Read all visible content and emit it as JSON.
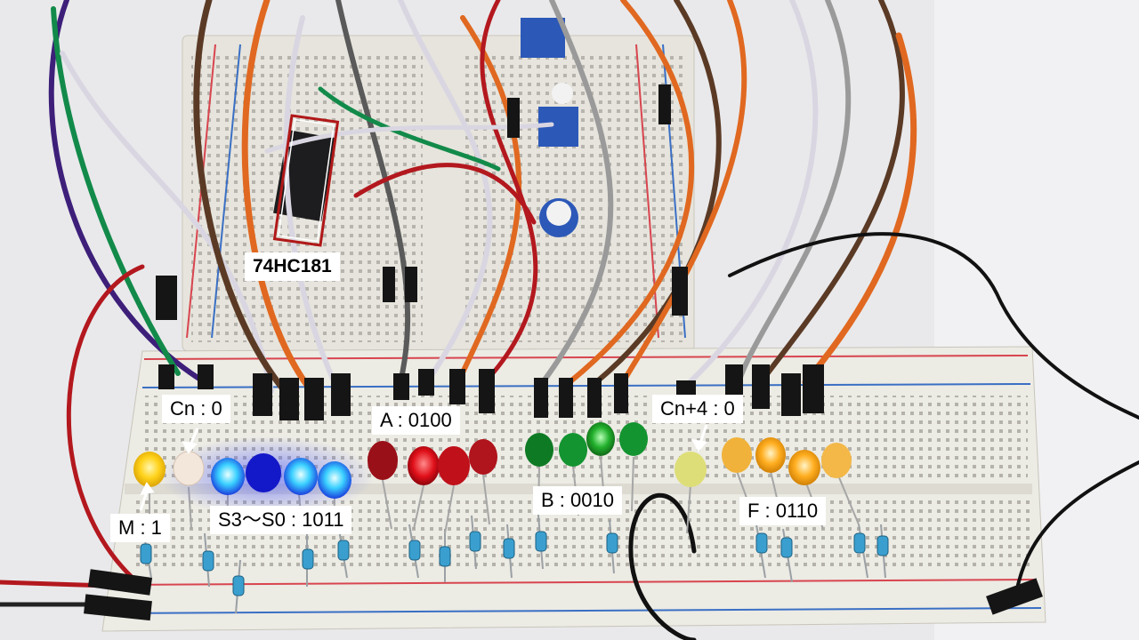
{
  "photo": {
    "chip_label": "74HC181",
    "annotations": {
      "cn": "Cn : 0",
      "m": "M : 1",
      "s": "S3〜S0 : 1011",
      "a": "A : 0100",
      "b": "B : 0010",
      "cn4": "Cn+4 : 0",
      "f": "F : 0110"
    },
    "colors": {
      "background": "#e9e9eb",
      "breadboard": "#ecebe4",
      "rail_red": "#d8454f",
      "rail_blue": "#3a6fc4",
      "chip_box": "#b01818",
      "led_yellow": "#ffd21a",
      "led_blue": "#2a6bff",
      "led_red": "#e0101a",
      "led_green": "#22b02c",
      "led_orange": "#ffae20"
    }
  }
}
